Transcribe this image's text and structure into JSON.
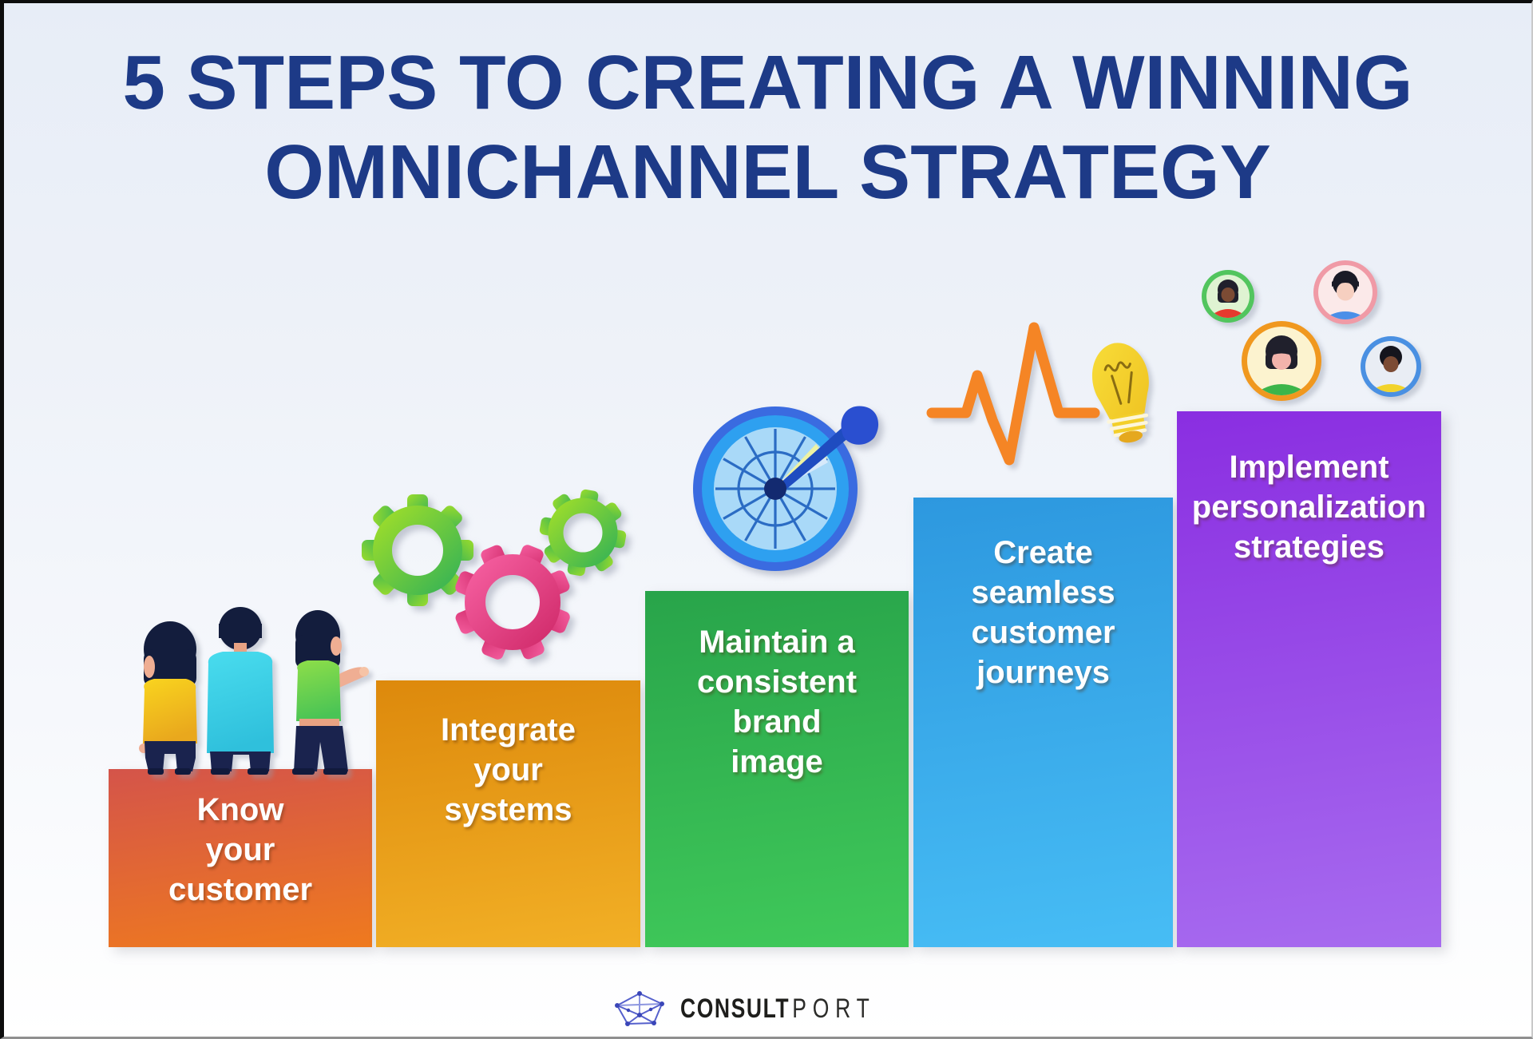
{
  "title": {
    "lines": [
      "5 STEPS TO CREATING A WINNING",
      "OMNICHANNEL STRATEGY"
    ],
    "color": "#1d3a87"
  },
  "steps": [
    {
      "lines": [
        "Know",
        "your",
        "customer"
      ],
      "icon": "three-customers-icon",
      "colors": {
        "top": "#d4544a",
        "bottom": "#ef7a1e"
      }
    },
    {
      "lines": [
        "Integrate",
        "your",
        "systems"
      ],
      "icon": "gears-icon",
      "colors": {
        "top": "#dd890c",
        "bottom": "#f2b026"
      }
    },
    {
      "lines": [
        "Maintain a",
        "consistent",
        "brand",
        "image"
      ],
      "icon": "dartboard-dart-icon",
      "colors": {
        "top": "#28a44a",
        "bottom": "#40c95a"
      }
    },
    {
      "lines": [
        "Create",
        "seamless",
        "customer",
        "journeys"
      ],
      "icon": "pulse-lightbulb-icon",
      "colors": {
        "top": "#2d98df",
        "bottom": "#47bdf5"
      }
    },
    {
      "lines": [
        "Implement",
        "personalization",
        "strategies"
      ],
      "icon": "customer-avatars-icon",
      "colors": {
        "top": "#8a2ee1",
        "bottom": "#a76bef"
      }
    }
  ],
  "footer": {
    "brand_bold": "CONSULT",
    "brand_light": "PORT",
    "icon": "paper-boat-logo-icon"
  }
}
